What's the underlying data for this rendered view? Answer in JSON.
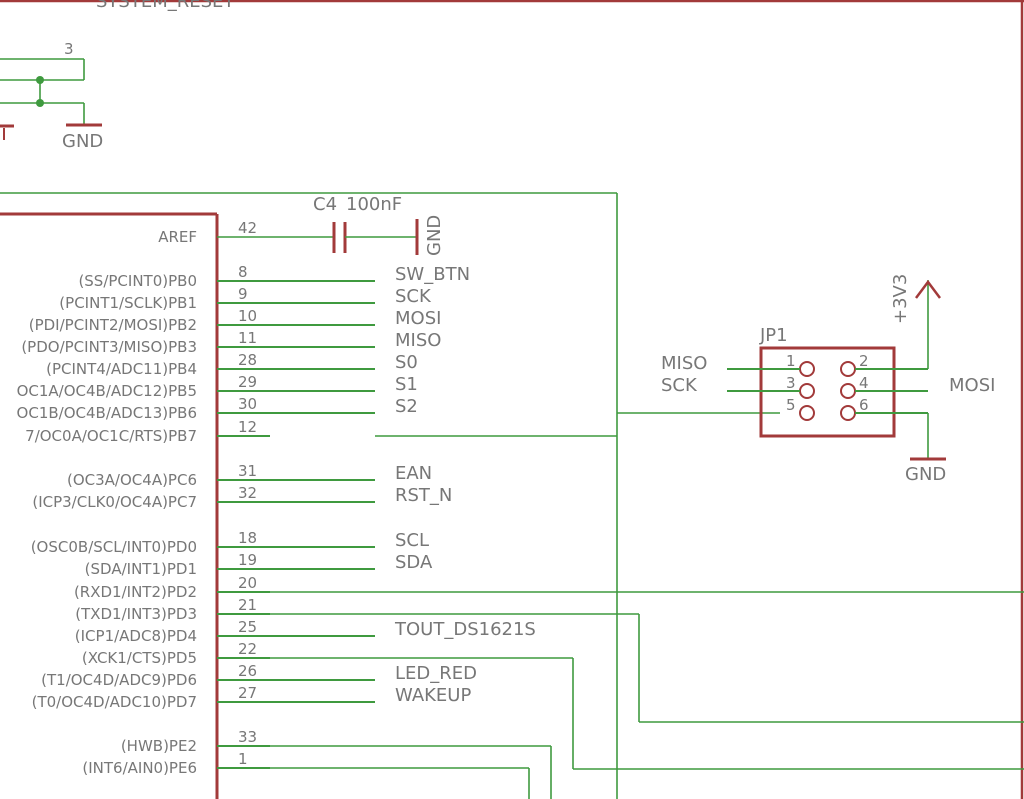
{
  "top_cut_label": "SYSTEM_RESET",
  "top_pin_number": "3",
  "gnd_top_label": "GND",
  "capacitor": {
    "name": "C4",
    "value": "100nF",
    "gnd_label": "GND"
  },
  "mcu_pins": [
    {
      "label": "AREF",
      "num": "42",
      "net": ""
    },
    {
      "label": "(SS/PCINT0)PB0",
      "num": "8",
      "net": "SW_BTN"
    },
    {
      "label": "(PCINT1/SCLK)PB1",
      "num": "9",
      "net": "SCK"
    },
    {
      "label": "(PDI/PCINT2/MOSI)PB2",
      "num": "10",
      "net": "MOSI"
    },
    {
      "label": "(PDO/PCINT3/MISO)PB3",
      "num": "11",
      "net": "MISO"
    },
    {
      "label": "(PCINT4/ADC11)PB4",
      "num": "28",
      "net": "S0"
    },
    {
      "label": "OC1A/OC4B/ADC12)PB5",
      "num": "29",
      "net": "S1"
    },
    {
      "label": "OC1B/OC4B/ADC13)PB6",
      "num": "30",
      "net": "S2"
    },
    {
      "label": "7/OC0A/OC1C/RTS)PB7",
      "num": "12",
      "net": ""
    },
    {
      "label": "(OC3A/OC4A)PC6",
      "num": "31",
      "net": "EAN"
    },
    {
      "label": "(ICP3/CLK0/OC4A)PC7",
      "num": "32",
      "net": "RST_N"
    },
    {
      "label": "(OSC0B/SCL/INT0)PD0",
      "num": "18",
      "net": "SCL"
    },
    {
      "label": "(SDA/INT1)PD1",
      "num": "19",
      "net": "SDA"
    },
    {
      "label": "(RXD1/INT2)PD2",
      "num": "20",
      "net": ""
    },
    {
      "label": "(TXD1/INT3)PD3",
      "num": "21",
      "net": ""
    },
    {
      "label": "(ICP1/ADC8)PD4",
      "num": "25",
      "net": "TOUT_DS1621S"
    },
    {
      "label": "(XCK1/CTS)PD5",
      "num": "22",
      "net": ""
    },
    {
      "label": "(T1/OC4D/ADC9)PD6",
      "num": "26",
      "net": "LED_RED"
    },
    {
      "label": "(T0/OC4D/ADC10)PD7",
      "num": "27",
      "net": "WAKEUP"
    },
    {
      "label": "(HWB)PE2",
      "num": "33",
      "net": ""
    },
    {
      "label": "(INT6/AIN0)PE6",
      "num": "1",
      "net": ""
    }
  ],
  "header": {
    "name": "JP1",
    "pins": [
      "1",
      "2",
      "3",
      "4",
      "5",
      "6"
    ],
    "left_labels": [
      "MISO",
      "SCK"
    ],
    "right_label": "MOSI",
    "power_label": "+3V3",
    "gnd_label": "GND"
  }
}
